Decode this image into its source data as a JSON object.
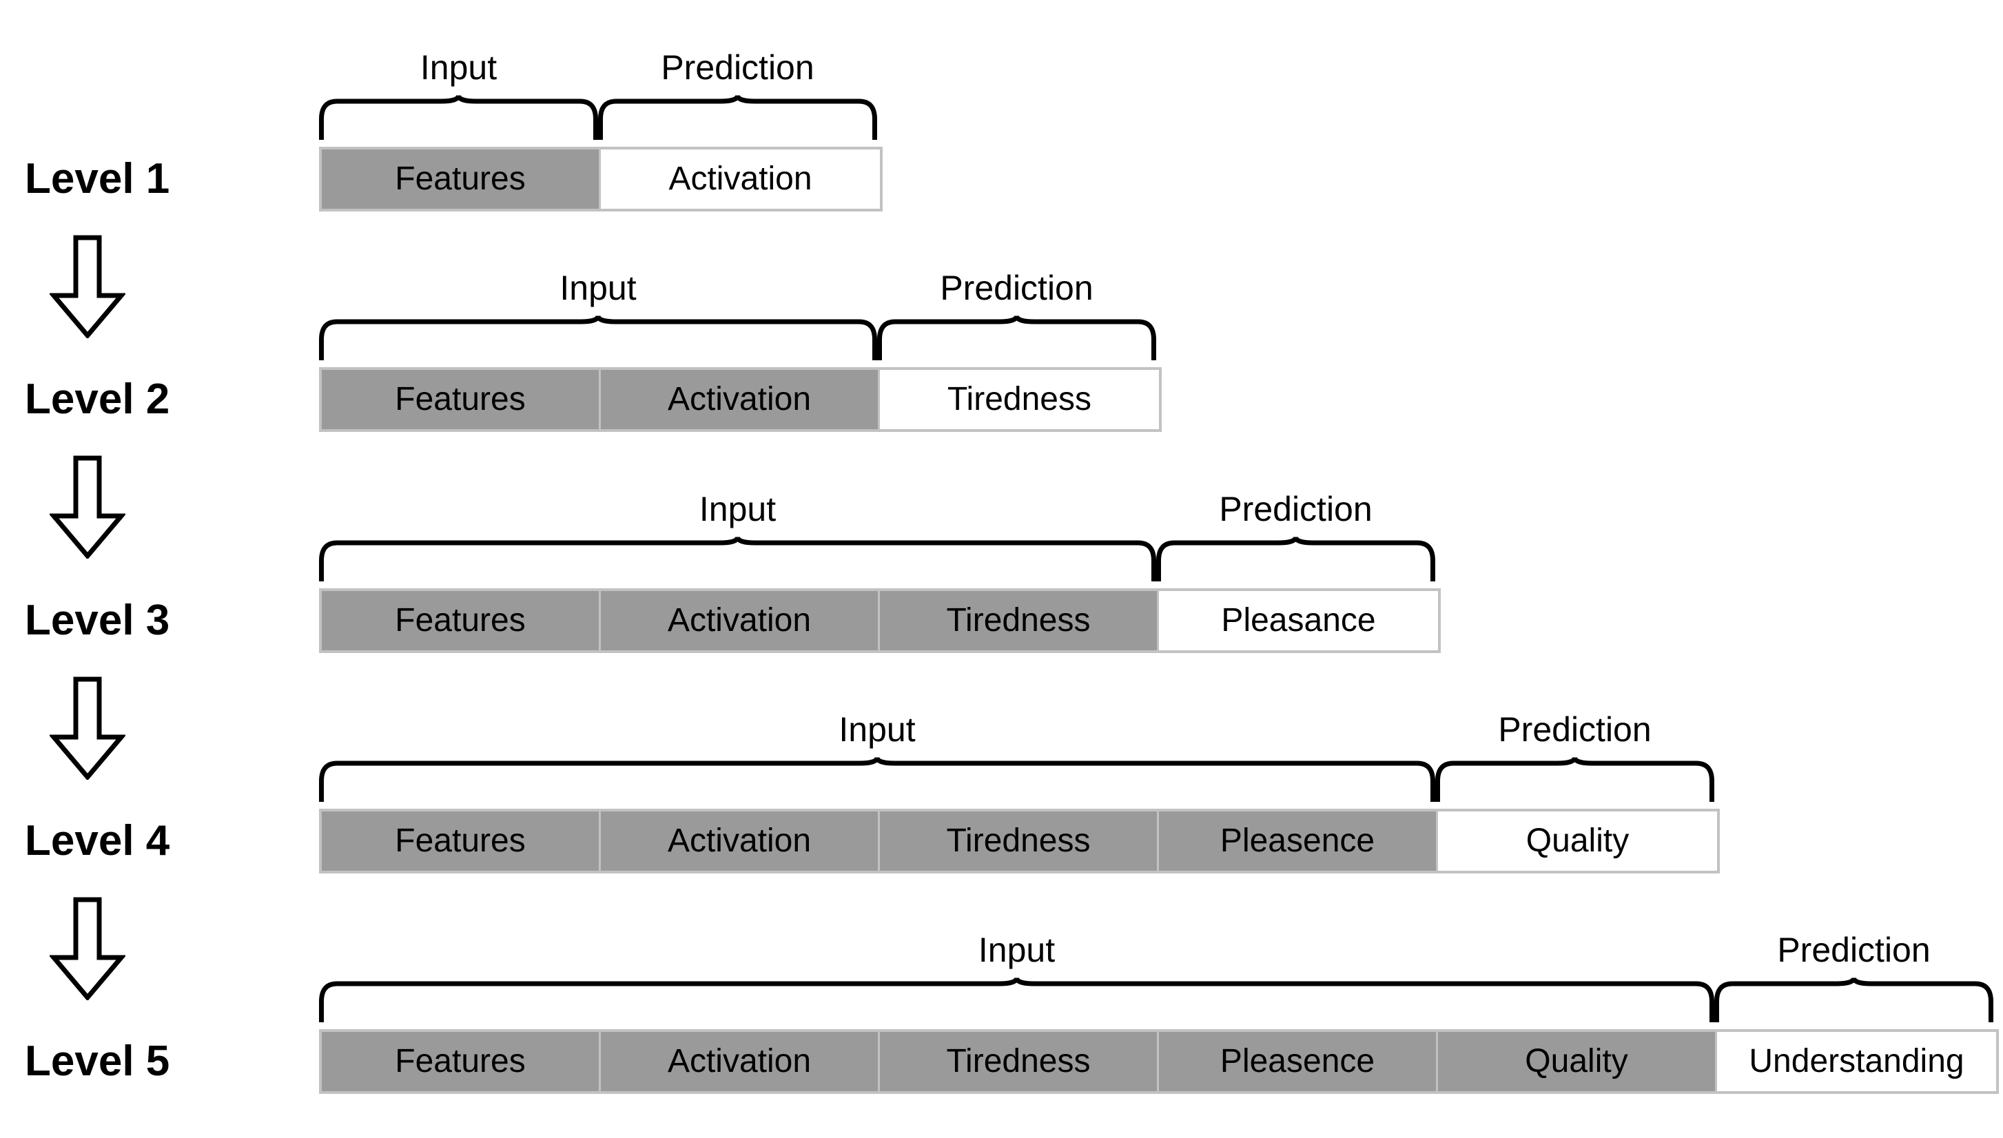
{
  "diagram": {
    "title": "Hierarchical level-wise input and prediction structure",
    "colors": {
      "input_fill": "#9a9a9a",
      "prediction_fill": "#ffffff",
      "border": "#c2c2c2",
      "line": "#000000",
      "background": "#ffffff"
    },
    "brace_captions": {
      "input": "Input",
      "prediction": "Prediction"
    },
    "arrow_icon_name": "down-arrow-icon",
    "levels": [
      {
        "id": "level-1",
        "label": "Level 1",
        "input_cells": [
          "Features"
        ],
        "prediction_cells": [
          "Activation"
        ],
        "cells": [
          {
            "text": "Features",
            "kind": "input"
          },
          {
            "text": "Activation",
            "kind": "prediction"
          }
        ],
        "input_caption": "Input",
        "prediction_caption": "Prediction"
      },
      {
        "id": "level-2",
        "label": "Level 2",
        "input_cells": [
          "Features",
          "Activation"
        ],
        "prediction_cells": [
          "Tiredness"
        ],
        "cells": [
          {
            "text": "Features",
            "kind": "input"
          },
          {
            "text": "Activation",
            "kind": "input"
          },
          {
            "text": "Tiredness",
            "kind": "prediction"
          }
        ],
        "input_caption": "Input",
        "prediction_caption": "Prediction"
      },
      {
        "id": "level-3",
        "label": "Level 3",
        "input_cells": [
          "Features",
          "Activation",
          "Tiredness"
        ],
        "prediction_cells": [
          "Pleasance"
        ],
        "cells": [
          {
            "text": "Features",
            "kind": "input"
          },
          {
            "text": "Activation",
            "kind": "input"
          },
          {
            "text": "Tiredness",
            "kind": "input"
          },
          {
            "text": "Pleasance",
            "kind": "prediction"
          }
        ],
        "input_caption": "Input",
        "prediction_caption": "Prediction"
      },
      {
        "id": "level-4",
        "label": "Level 4",
        "input_cells": [
          "Features",
          "Activation",
          "Tiredness",
          "Pleasence"
        ],
        "prediction_cells": [
          "Quality"
        ],
        "cells": [
          {
            "text": "Features",
            "kind": "input"
          },
          {
            "text": "Activation",
            "kind": "input"
          },
          {
            "text": "Tiredness",
            "kind": "input"
          },
          {
            "text": "Pleasence",
            "kind": "input"
          },
          {
            "text": "Quality",
            "kind": "prediction"
          }
        ],
        "input_caption": "Input",
        "prediction_caption": "Prediction"
      },
      {
        "id": "level-5",
        "label": "Level 5",
        "input_cells": [
          "Features",
          "Activation",
          "Tiredness",
          "Pleasence",
          "Quality"
        ],
        "prediction_cells": [
          "Understanding"
        ],
        "cells": [
          {
            "text": "Features",
            "kind": "input"
          },
          {
            "text": "Activation",
            "kind": "input"
          },
          {
            "text": "Tiredness",
            "kind": "input"
          },
          {
            "text": "Pleasence",
            "kind": "input"
          },
          {
            "text": "Quality",
            "kind": "input"
          },
          {
            "text": "Understanding",
            "kind": "prediction"
          }
        ],
        "input_caption": "Input",
        "prediction_caption": "Prediction"
      }
    ]
  }
}
